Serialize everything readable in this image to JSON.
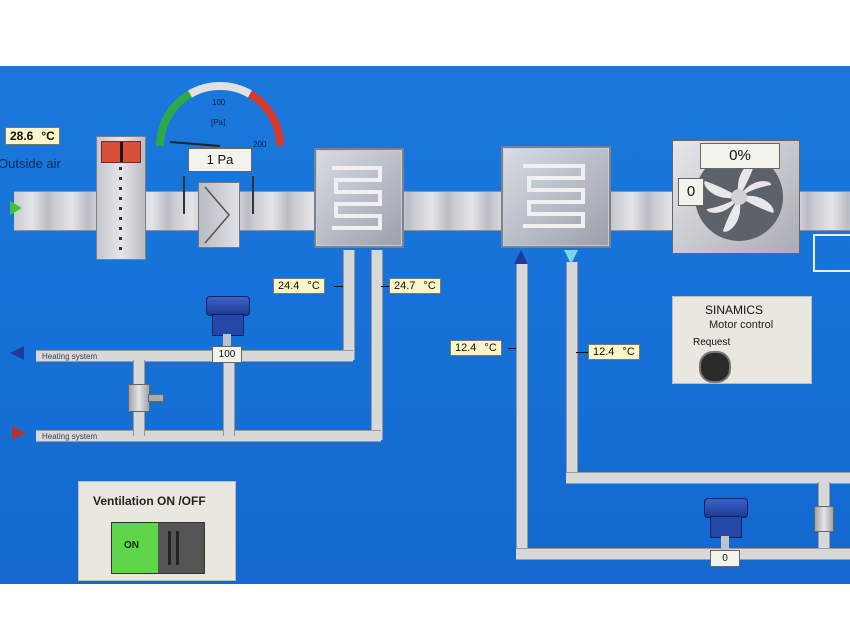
{
  "outside": {
    "temperature": "28.6",
    "unit": "°C",
    "label": "Outside air"
  },
  "pressure": {
    "gauge_mark": "100",
    "gauge_unit": "[Pa]",
    "gauge_max": "200",
    "reading": "1 Pa"
  },
  "fan": {
    "speed": "0%",
    "state_value": "0"
  },
  "coil1": {
    "supply_temp": "24.4",
    "return_temp": "24.7",
    "unit": "°C"
  },
  "coil2": {
    "supply_temp": "12.4",
    "return_temp": "12.4",
    "unit": "°C"
  },
  "valves": {
    "heating_valve_value": "100",
    "cooling_valve_value": "0"
  },
  "pipes": {
    "heating_flow": "Heating system",
    "heating_return": "Heating system"
  },
  "sinamics": {
    "title": "SINAMICS",
    "subtitle": "Motor control",
    "request_label": "Request"
  },
  "ventilation": {
    "title": "Ventilation ON /OFF",
    "on_label": "ON"
  },
  "colors": {
    "screen_bg": "#1570d6",
    "label_bg": "#fbf6c8",
    "on_green": "#5fd64a",
    "pipe": "#dcdcdc"
  }
}
